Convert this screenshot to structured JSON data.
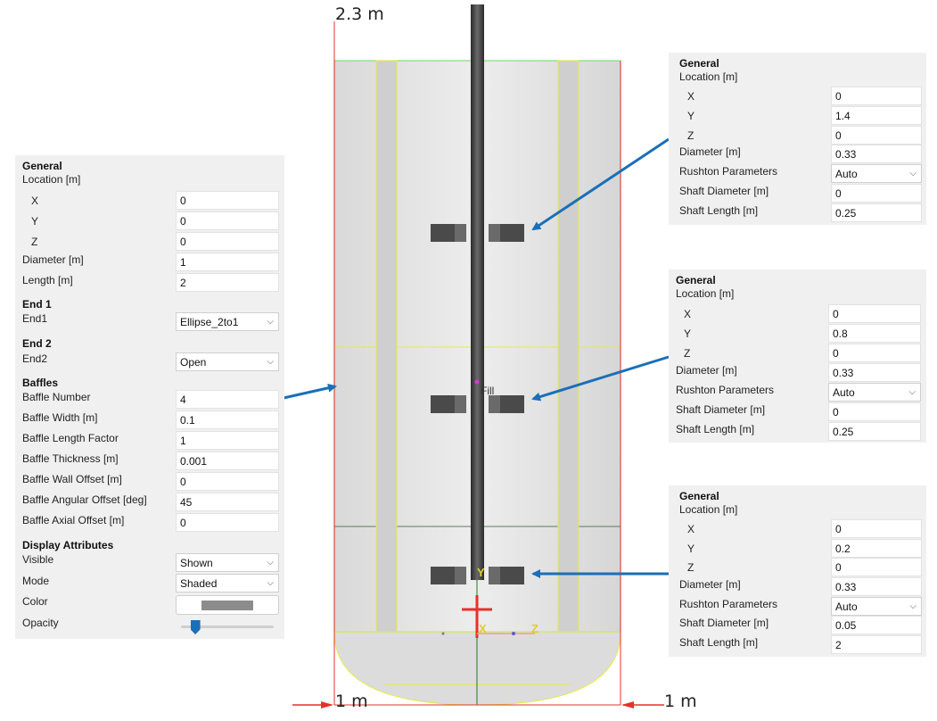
{
  "viewport": {
    "height_label": "2.3 m",
    "left_width_label": "1 m",
    "right_width_label": "1 m",
    "fill_label": "Fill",
    "axis_y": "Y",
    "axis_x": "X",
    "axis_z": "Z"
  },
  "tank_panel": {
    "general_header": "General",
    "location_label": "Location [m]",
    "x_label": "X",
    "x_value": "0",
    "y_label": "Y",
    "y_value": "0",
    "z_label": "Z",
    "z_value": "0",
    "diameter_label": "Diameter [m]",
    "diameter_value": "1",
    "length_label": "Length [m]",
    "length_value": "2",
    "end1_header": "End 1",
    "end1_label": "End1",
    "end1_value": "Ellipse_2to1",
    "end2_header": "End 2",
    "end2_label": "End2",
    "end2_value": "Open",
    "baffles_header": "Baffles",
    "baffle_number_label": "Baffle Number",
    "baffle_number_value": "4",
    "baffle_width_label": "Baffle Width [m]",
    "baffle_width_value": "0.1",
    "baffle_length_factor_label": "Baffle Length Factor",
    "baffle_length_factor_value": "1",
    "baffle_thickness_label": "Baffle Thickness [m]",
    "baffle_thickness_value": "0.001",
    "baffle_wall_offset_label": "Baffle Wall Offset [m]",
    "baffle_wall_offset_value": "0",
    "baffle_angular_offset_label": "Baffle Angular Offset [deg]",
    "baffle_angular_offset_value": "45",
    "baffle_axial_offset_label": "Baffle Axial Offset [m]",
    "baffle_axial_offset_value": "0",
    "display_header": "Display Attributes",
    "visible_label": "Visible",
    "visible_value": "Shown",
    "mode_label": "Mode",
    "mode_value": "Shaded",
    "color_label": "Color",
    "color_value": "#8c8c8c",
    "opacity_label": "Opacity",
    "opacity_level": 0.15
  },
  "impellers": [
    {
      "general_header": "General",
      "location_label": "Location [m]",
      "x_label": "X",
      "x_value": "0",
      "y_label": "Y",
      "y_value": "1.4",
      "z_label": "Z",
      "z_value": "0",
      "diameter_label": "Diameter [m]",
      "diameter_value": "0.33",
      "rushton_label": "Rushton Parameters",
      "rushton_value": "Auto",
      "shaft_diameter_label": "Shaft Diameter [m]",
      "shaft_diameter_value": "0",
      "shaft_length_label": "Shaft Length [m]",
      "shaft_length_value": "0.25"
    },
    {
      "general_header": "General",
      "location_label": "Location [m]",
      "x_label": "X",
      "x_value": "0",
      "y_label": "Y",
      "y_value": "0.8",
      "z_label": "Z",
      "z_value": "0",
      "diameter_label": "Diameter [m]",
      "diameter_value": "0.33",
      "rushton_label": "Rushton Parameters",
      "rushton_value": "Auto",
      "shaft_diameter_label": "Shaft Diameter [m]",
      "shaft_diameter_value": "0",
      "shaft_length_label": "Shaft Length [m]",
      "shaft_length_value": "0.25"
    },
    {
      "general_header": "General",
      "location_label": "Location [m]",
      "x_label": "X",
      "x_value": "0",
      "y_label": "Y",
      "y_value": "0.2",
      "z_label": "Z",
      "z_value": "0",
      "diameter_label": "Diameter [m]",
      "diameter_value": "0.33",
      "rushton_label": "Rushton Parameters",
      "rushton_value": "Auto",
      "shaft_diameter_label": "Shaft Diameter [m]",
      "shaft_diameter_value": "0.05",
      "shaft_length_label": "Shaft Length [m]",
      "shaft_length_value": "2"
    }
  ],
  "colors": {
    "callout_arrow": "#1a6fb8",
    "tank_outline": "#7de07d",
    "baffle_outline": "#e8e84a",
    "dimension": "#e8302c",
    "panel_bg": "#f0f0f0"
  }
}
